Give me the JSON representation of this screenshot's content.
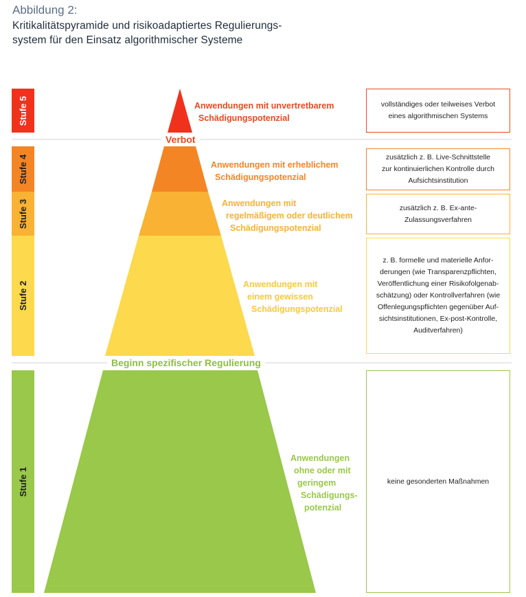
{
  "figure": {
    "label": "Abbildung 2:",
    "title_line1": "Kritikalitätspyramide und risikoadaptiertes Regulierungs-",
    "title_line2": "system für den Einsatz algorithmischer Systeme"
  },
  "colors": {
    "level5": "#f0321d",
    "level4": "#f48525",
    "level3": "#f9b233",
    "level2": "#fcd94d",
    "level1": "#99c84a",
    "verbot_text": "#e8491f",
    "beginn_text": "#8cbf40",
    "divider": "#d9d9d9"
  },
  "levels": [
    {
      "stufe": "Stufe 5",
      "desc_lines": [
        "Anwendungen mit unvertretbarem",
        "Schädigungspotenzial"
      ],
      "measure_lines": [
        "vollständiges oder teilweises Verbot",
        "eines algorithmischen Systems"
      ]
    },
    {
      "stufe": "Stufe 4",
      "desc_lines": [
        "Anwendungen mit erheblichem",
        "Schädigungspotenzial"
      ],
      "measure_lines": [
        "zusätzlich z. B. Live-Schnittstelle",
        "zur kontinuierlichen Kontrolle durch",
        "Aufsichtsinstitution"
      ]
    },
    {
      "stufe": "Stufe 3",
      "desc_lines": [
        "Anwendungen mit",
        "regelmäßigem oder deutlichem",
        "Schädigungspotenzial"
      ],
      "measure_lines": [
        "zusätzlich z. B. Ex-ante-",
        "Zulassungsverfahren"
      ]
    },
    {
      "stufe": "Stufe 2",
      "desc_lines": [
        "Anwendungen mit",
        "einem gewissen",
        "Schädigungspotenzial"
      ],
      "measure_lines": [
        "z. B. formelle und materielle Anfor-",
        "derungen (wie Transparenzpflichten,",
        "Veröffentlichung einer Risikofolgenab-",
        "schätzung) oder Kontrollverfahren (wie",
        "Offenlegungspflichten gegenüber Auf-",
        "sichtsinstitutionen, Ex-post-Kontrolle,",
        "Auditverfahren)"
      ]
    },
    {
      "stufe": "Stufe 1",
      "desc_lines": [
        "Anwendungen",
        "ohne oder mit",
        "geringem",
        "Schädigungs-",
        "potenzial"
      ],
      "measure_lines": [
        "keine gesonderten Maßnahmen"
      ]
    }
  ],
  "dividers": {
    "verbot": "Verbot",
    "beginn": "Beginn spezifischer Regulierung"
  }
}
